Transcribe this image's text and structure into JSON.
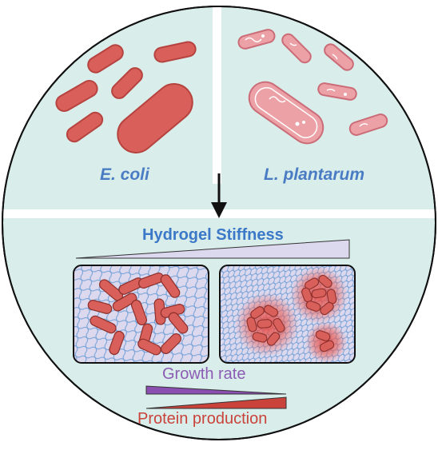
{
  "top_panel": {
    "left_species": "E. coli",
    "right_species": "L. plantarum"
  },
  "bottom_panel": {
    "title": "Hydrogel Stiffness",
    "growth_label": "Growth rate",
    "protein_label": "Protein production"
  },
  "colors": {
    "background_fill": "#d9edea",
    "divider": "#ffffff",
    "ecoli_fill": "#d9605a",
    "lplantarum_fill": "#eba1a6",
    "gel_fill": "#dcd8ee",
    "gel_mesh": "#6f9fd6",
    "growth_wedge": "#8a4fb0",
    "protein_wedge": "#c9433b"
  }
}
